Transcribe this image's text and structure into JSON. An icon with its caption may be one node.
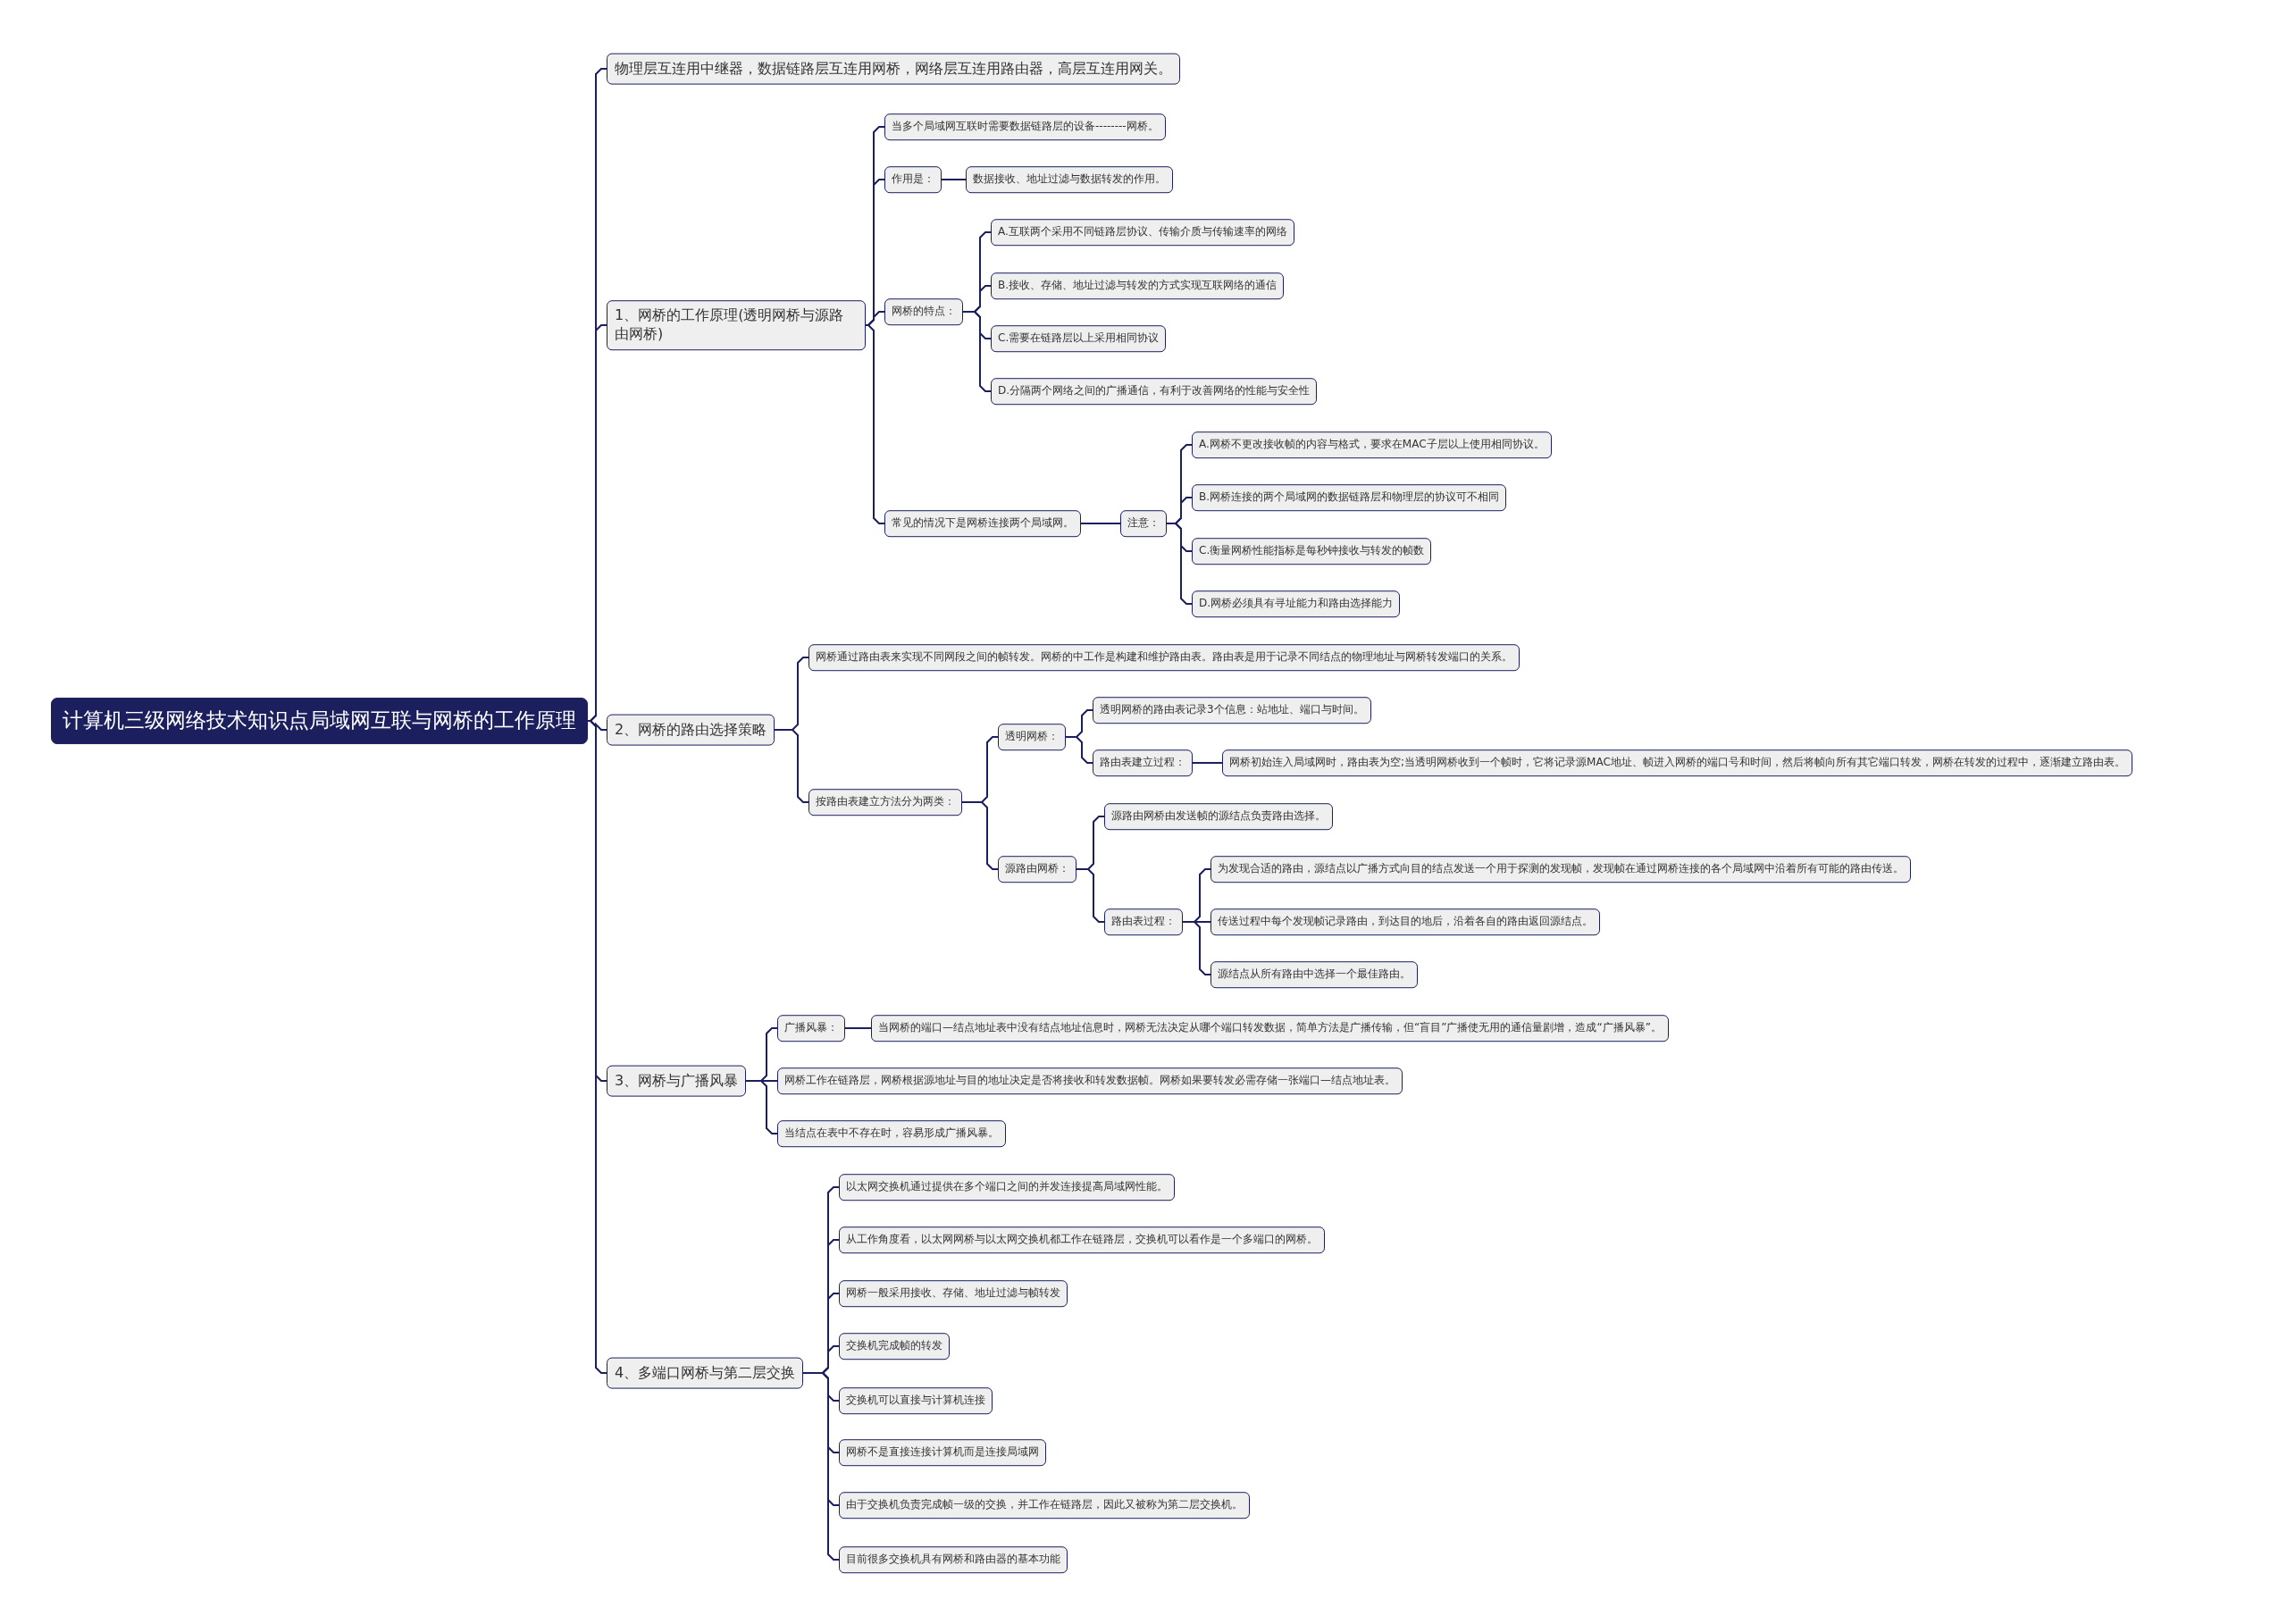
{
  "diagram": {
    "nodes": [
      {
        "text": [
          "计算机三级网络技术知识点局域网互联与网桥的工作原理"
        ]
      },
      {
        "text": [
          "物理层互连用中继器，数据链路层互连用网桥，网络层互连用路由器，高层互连用网关。"
        ]
      },
      {
        "text": [
          "1、网桥的工作原理(透明网桥与源路由网桥)"
        ]
      },
      {
        "text": [
          "当多个局域网互联时需要数据链路层的设备--------网桥。"
        ]
      },
      {
        "text": [
          "作用是："
        ]
      },
      {
        "text": [
          "数据接收、地址过滤与数据转发的作用。"
        ]
      },
      {
        "text": [
          "网桥的特点："
        ]
      },
      {
        "text": [
          "A.互联两个采用不同链路层协议、传输介质与传输速率的网络"
        ]
      },
      {
        "text": [
          "B.接收、存储、地址过滤与转发的方式实现互联网络的通信"
        ]
      },
      {
        "text": [
          "C.需要在链路层以上采用相同协议"
        ]
      },
      {
        "text": [
          "D.分隔两个网络之间的广播通信，有利于改善网络的性能与安全性"
        ]
      },
      {
        "text": [
          "常见的情况下是网桥连接两个局域网。"
        ]
      },
      {
        "text": [
          "注意："
        ]
      },
      {
        "text": [
          "A.网桥不更改接收帧的内容与格式，要求在MAC子层以上使用相同协议。"
        ]
      },
      {
        "text": [
          "B.网桥连接的两个局域网的数据链路层和物理层的协议可不相同"
        ]
      },
      {
        "text": [
          "C.衡量网桥性能指标是每秒钟接收与转发的帧数"
        ]
      },
      {
        "text": [
          "D.网桥必须具有寻址能力和路由选择能力"
        ]
      },
      {
        "text": [
          "2、网桥的路由选择策略"
        ]
      },
      {
        "text": [
          "网桥通过路由表来实现不同网段之间的帧转发。网桥的中工作是构建和维护路由表。路由表是用于记录不同结点的物理地址与网桥转发端口的关系。"
        ]
      },
      {
        "text": [
          "按路由表建立方法分为两类："
        ]
      },
      {
        "text": [
          "透明网桥："
        ]
      },
      {
        "text": [
          "透明网桥的路由表记录3个信息：站地址、端口与时间。"
        ]
      },
      {
        "text": [
          "路由表建立过程："
        ]
      },
      {
        "text": [
          "网桥初始连入局域网时，路由表为空;当透明网桥收到一个帧时，它将记录源MAC地址、帧进入网桥的端口号和时间，然后将帧向所有其它端口转发，网桥在转发的过程中，逐渐建立路由表。"
        ]
      },
      {
        "text": [
          "源路由网桥："
        ]
      },
      {
        "text": [
          "源路由网桥由发送帧的源结点负责路由选择。"
        ]
      },
      {
        "text": [
          "路由表过程："
        ]
      },
      {
        "text": [
          "为发现合适的路由，源结点以广播方式向目的结点发送一个用于探测的发现帧，发现帧在通过网桥连接的各个局域网中沿着所有可能的路由传送。"
        ]
      },
      {
        "text": [
          "传送过程中每个发现帧记录路由，到达目的地后，沿着各自的路由返回源结点。"
        ]
      },
      {
        "text": [
          "源结点从所有路由中选择一个最佳路由。"
        ]
      },
      {
        "text": [
          "3、网桥与广播风暴"
        ]
      },
      {
        "text": [
          "广播风暴："
        ]
      },
      {
        "text": [
          "当网桥的端口—结点地址表中没有结点地址信息时，网桥无法决定从哪个端口转发数据，简单方法是广播传输，但“盲目”广播使无用的通信量剧增，造成“广播风暴”。"
        ]
      },
      {
        "text": [
          "网桥工作在链路层，网桥根据源地址与目的地址决定是否将接收和转发数据帧。网桥如果要转发必需存储一张端口—结点地址表。"
        ]
      },
      {
        "text": [
          "当结点在表中不存在时，容易形成广播风暴。"
        ]
      },
      {
        "text": [
          "4、多端口网桥与第二层交换"
        ]
      },
      {
        "text": [
          "以太网交换机通过提供在多个端口之间的并发连接提高局域网性能。"
        ]
      },
      {
        "text": [
          "从工作角度看，以太网网桥与以太网交换机都工作在链路层，交换机可以看作是一个多端口的网桥。"
        ]
      },
      {
        "text": [
          "网桥一般采用接收、存储、地址过滤与帧转发"
        ]
      },
      {
        "text": [
          "交换机完成帧的转发"
        ]
      },
      {
        "text": [
          "交换机可以直接与计算机连接"
        ]
      },
      {
        "text": [
          "网桥不是直接连接计算机而是连接局域网"
        ]
      },
      {
        "text": [
          "由于交换机负责完成帧一级的交换，并工作在链路层，因此又被称为第二层交换机。"
        ]
      },
      {
        "text": [
          "目前很多交换机具有网桥和路由器的基本功能"
        ]
      }
    ],
    "edges": [
      {
        "from": 0,
        "to": 1,
        "arrow": "none"
      },
      {
        "from": 0,
        "to": 2,
        "arrow": "none"
      },
      {
        "from": 2,
        "to": 3,
        "arrow": "none"
      },
      {
        "from": 2,
        "to": 4,
        "arrow": "none"
      },
      {
        "from": 4,
        "to": 5,
        "arrow": "none"
      },
      {
        "from": 2,
        "to": 6,
        "arrow": "none"
      },
      {
        "from": 6,
        "to": 7,
        "arrow": "none"
      },
      {
        "from": 6,
        "to": 8,
        "arrow": "none"
      },
      {
        "from": 6,
        "to": 9,
        "arrow": "none"
      },
      {
        "from": 6,
        "to": 10,
        "arrow": "none"
      },
      {
        "from": 2,
        "to": 11,
        "arrow": "none"
      },
      {
        "from": 11,
        "to": 12,
        "arrow": "none"
      },
      {
        "from": 12,
        "to": 13,
        "arrow": "none"
      },
      {
        "from": 12,
        "to": 14,
        "arrow": "none"
      },
      {
        "from": 12,
        "to": 15,
        "arrow": "none"
      },
      {
        "from": 12,
        "to": 16,
        "arrow": "none"
      },
      {
        "from": 0,
        "to": 17,
        "arrow": "none"
      },
      {
        "from": 17,
        "to": 18,
        "arrow": "none"
      },
      {
        "from": 17,
        "to": 19,
        "arrow": "none"
      },
      {
        "from": 19,
        "to": 20,
        "arrow": "none"
      },
      {
        "from": 20,
        "to": 21,
        "arrow": "none"
      },
      {
        "from": 20,
        "to": 22,
        "arrow": "none"
      },
      {
        "from": 22,
        "to": 23,
        "arrow": "none"
      },
      {
        "from": 19,
        "to": 24,
        "arrow": "none"
      },
      {
        "from": 24,
        "to": 25,
        "arrow": "none"
      },
      {
        "from": 24,
        "to": 26,
        "arrow": "none"
      },
      {
        "from": 26,
        "to": 27,
        "arrow": "none"
      },
      {
        "from": 26,
        "to": 28,
        "arrow": "none"
      },
      {
        "from": 26,
        "to": 29,
        "arrow": "none"
      },
      {
        "from": 0,
        "to": 30,
        "arrow": "none"
      },
      {
        "from": 30,
        "to": 31,
        "arrow": "none"
      },
      {
        "from": 31,
        "to": 32,
        "arrow": "none"
      },
      {
        "from": 30,
        "to": 33,
        "arrow": "none"
      },
      {
        "from": 30,
        "to": 34,
        "arrow": "none"
      },
      {
        "from": 0,
        "to": 35,
        "arrow": "none"
      },
      {
        "from": 35,
        "to": 36,
        "arrow": "none"
      },
      {
        "from": 35,
        "to": 37,
        "arrow": "none"
      },
      {
        "from": 35,
        "to": 38,
        "arrow": "none"
      },
      {
        "from": 35,
        "to": 39,
        "arrow": "none"
      },
      {
        "from": 35,
        "to": 40,
        "arrow": "none"
      },
      {
        "from": 35,
        "to": 41,
        "arrow": "none"
      },
      {
        "from": 35,
        "to": 42,
        "arrow": "none"
      },
      {
        "from": 35,
        "to": 43,
        "arrow": "none"
      }
    ]
  }
}
